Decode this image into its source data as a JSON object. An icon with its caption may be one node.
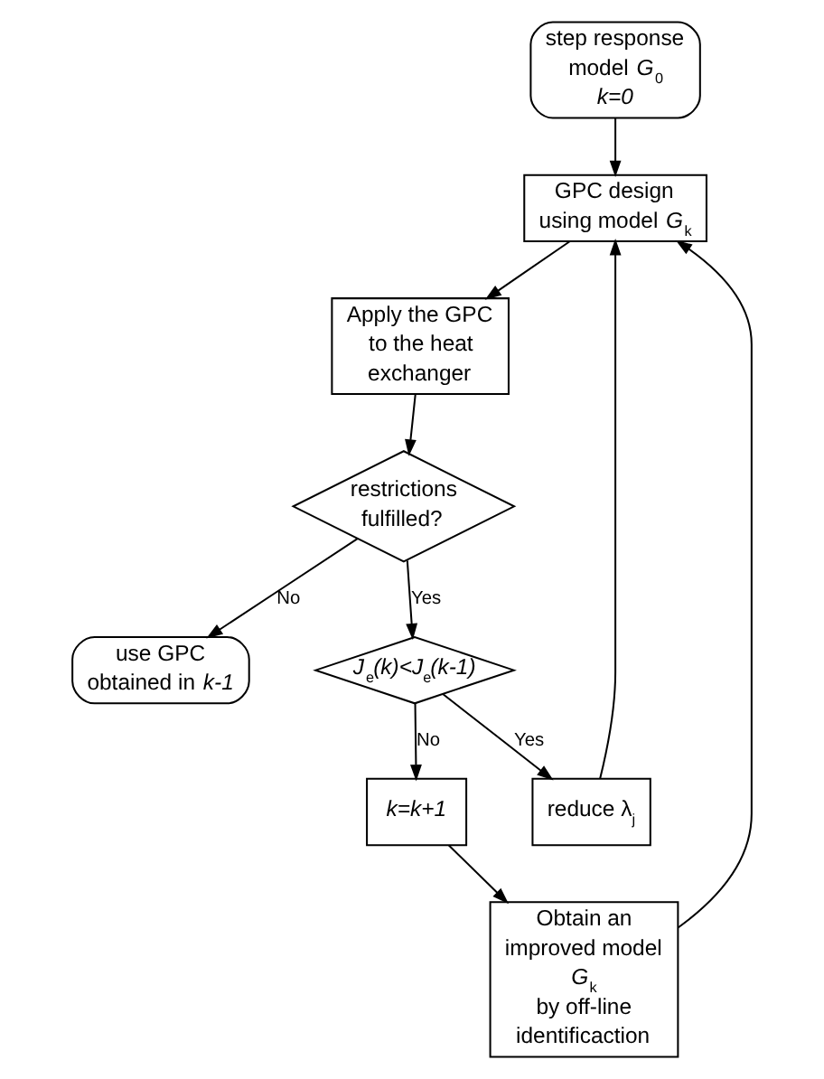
{
  "diagram": {
    "nodes": [
      {
        "text": [
          "step response model *G*$_{0}$ *k=0*"
        ]
      },
      {
        "text": [
          "GPC design using model *G*$_{k}$"
        ]
      },
      {
        "text": [
          "Apply the GPC to the heat exchanger"
        ]
      },
      {
        "text": [
          "restrictions fulfilled?"
        ]
      },
      {
        "text": [
          "use GPC obtained in *k-1*"
        ]
      },
      {
        "text": [
          "*J*$_{e}$*(k)<J*$_{e}$*(k-1)*"
        ]
      },
      {
        "text": [
          "reduce λ$_{j}$"
        ]
      },
      {
        "text": [
          "*k=k+1*"
        ]
      },
      {
        "text": [
          "Obtain an improved model *G*$_{k}$ by off-line identificaction"
        ]
      }
    ],
    "edges": [
      {
        "from": 0,
        "to": 1,
        "arrow": "to"
      },
      {
        "from": 1,
        "to": 2,
        "arrow": "to"
      },
      {
        "from": 2,
        "to": 3,
        "arrow": "to"
      },
      {
        "from": 3,
        "to": 4,
        "arrow": "to",
        "label": "No"
      },
      {
        "from": 3,
        "to": 5,
        "arrow": "to",
        "label": "Yes"
      },
      {
        "from": 5,
        "to": 6,
        "arrow": "to",
        "label": "Yes"
      },
      {
        "from": 6,
        "to": 1,
        "arrow": "to"
      },
      {
        "from": 5,
        "to": 7,
        "arrow": "to",
        "label": "No"
      },
      {
        "from": 7,
        "to": 8,
        "arrow": "to"
      },
      {
        "from": 8,
        "to": 1,
        "arrow": "to"
      }
    ]
  }
}
